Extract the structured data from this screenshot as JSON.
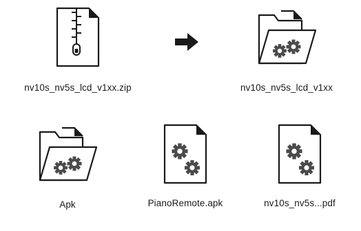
{
  "items": [
    {
      "label": "nv10s_nv5s_lcd_v1xx.zip",
      "icon": "zip-file-icon"
    },
    {
      "label": "nv10s_nv5s_lcd_v1xx",
      "icon": "gear-folder-icon"
    },
    {
      "label": "Apk",
      "icon": "gear-folder-icon"
    },
    {
      "label": "PianoRemote.apk",
      "icon": "gear-file-icon"
    },
    {
      "label": "nv10s_nv5s...pdf",
      "icon": "gear-file-icon"
    }
  ],
  "arrow_icon": "arrow-right-icon",
  "colors": {
    "stroke": "#1a1a1a",
    "gear": "#4a4a4a",
    "arrow": "#1a1a1a"
  }
}
